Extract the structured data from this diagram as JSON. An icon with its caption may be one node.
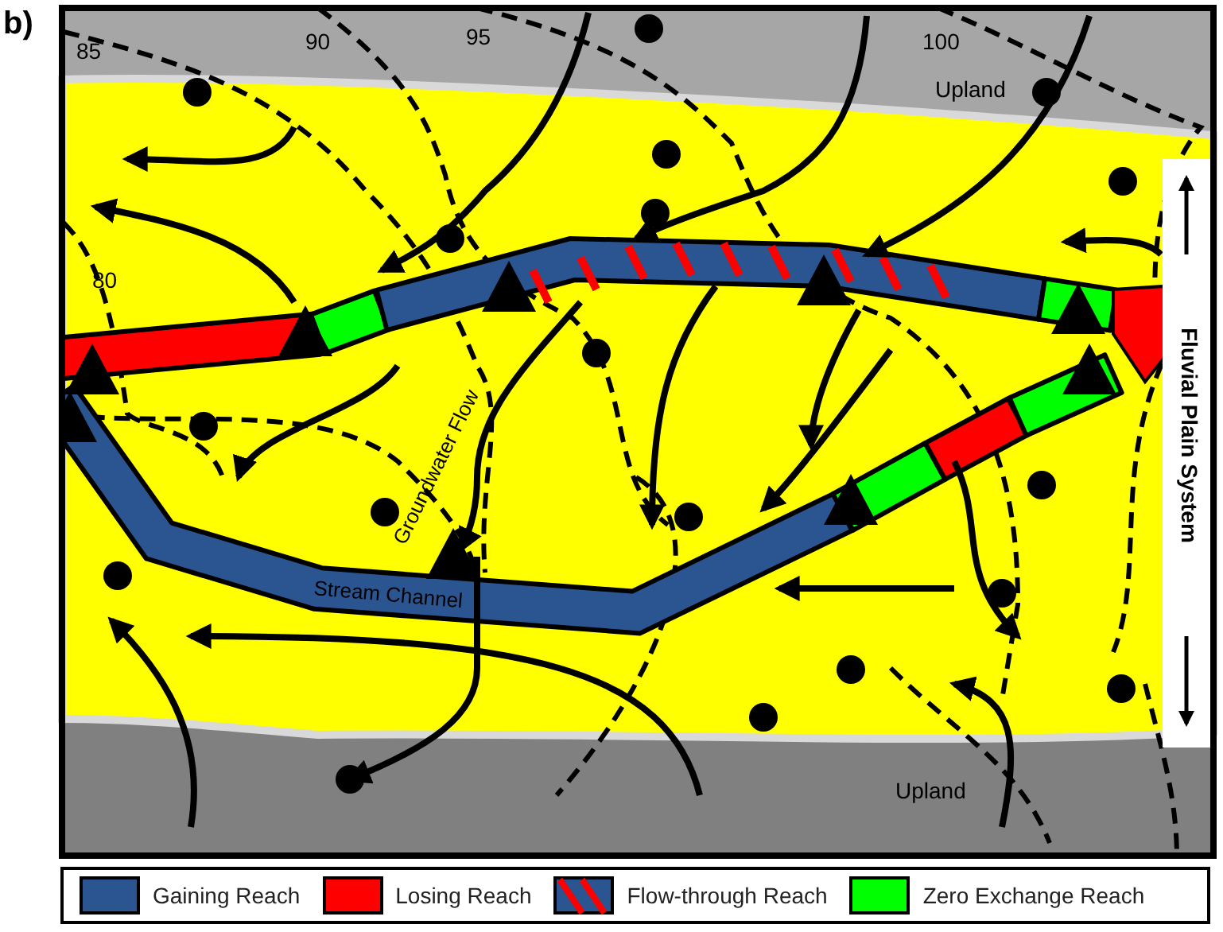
{
  "diagram": {
    "labels": [
      "b)",
      "85",
      "90",
      "95",
      "100",
      "Upland",
      "80",
      "Groundwater Flow",
      "Stream Channel",
      "Upland",
      "Fluvial Plain System"
    ],
    "legend": [
      {
        "text": "Gaining Reach",
        "color": "#2a5590"
      },
      {
        "text": "Losing Reach",
        "color": "#ff0000"
      },
      {
        "text": "Flow-through Reach"
      },
      {
        "text": "Zero Exchange Reach",
        "color": "#00ff00"
      }
    ]
  }
}
